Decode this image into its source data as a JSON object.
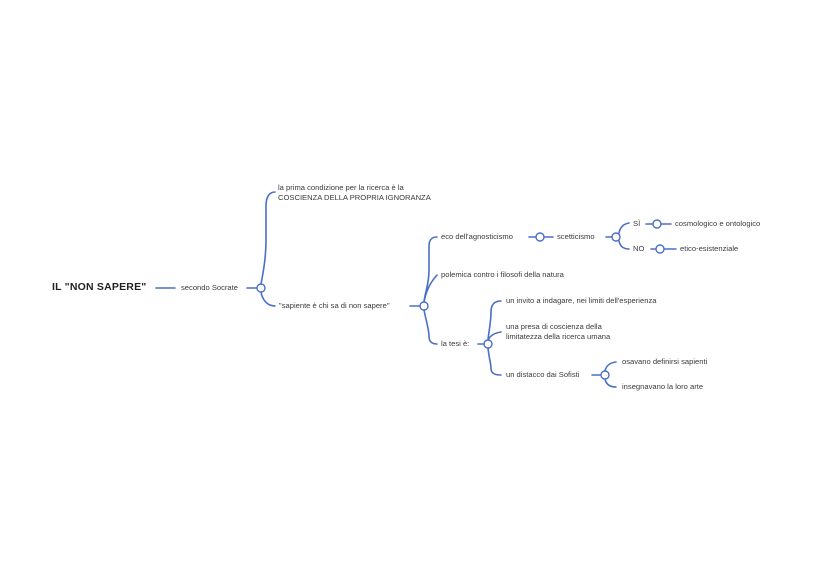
{
  "mindmap": {
    "root": "IL \"NON SAPERE\"",
    "n_socrate": "secondo Socrate",
    "n_condizione": "la prima condizione per la ricerca è la\nCOSCIENZA DELLA PROPRIA IGNORANZA",
    "n_sapiente": "\"sapiente è chi sa di non sapere\"",
    "n_eco": "eco dell'agnosticismo",
    "n_scetticismo": "scetticismo",
    "n_si": "SÌ",
    "n_no": "NO",
    "n_cosmologico": "cosmologico e ontologico",
    "n_etico": "etico-esistenziale",
    "n_polemica": "polemica contro i filosofi della natura",
    "n_tesi": "la tesi è:",
    "n_invito": "un invito a indagare, nei limiti dell'esperienza",
    "n_presa": "una presa di coscienza della\nlimitatezza della ricerca umana",
    "n_distacco": "un distacco dai Sofisti",
    "n_osavano": "osavano definirsi sapienti",
    "n_insegnavano": "insegnavano la loro arte"
  },
  "colors": {
    "line": "#4a6fc7",
    "text": "#3a3a3a",
    "root_text": "#222222",
    "background": "#ffffff"
  }
}
